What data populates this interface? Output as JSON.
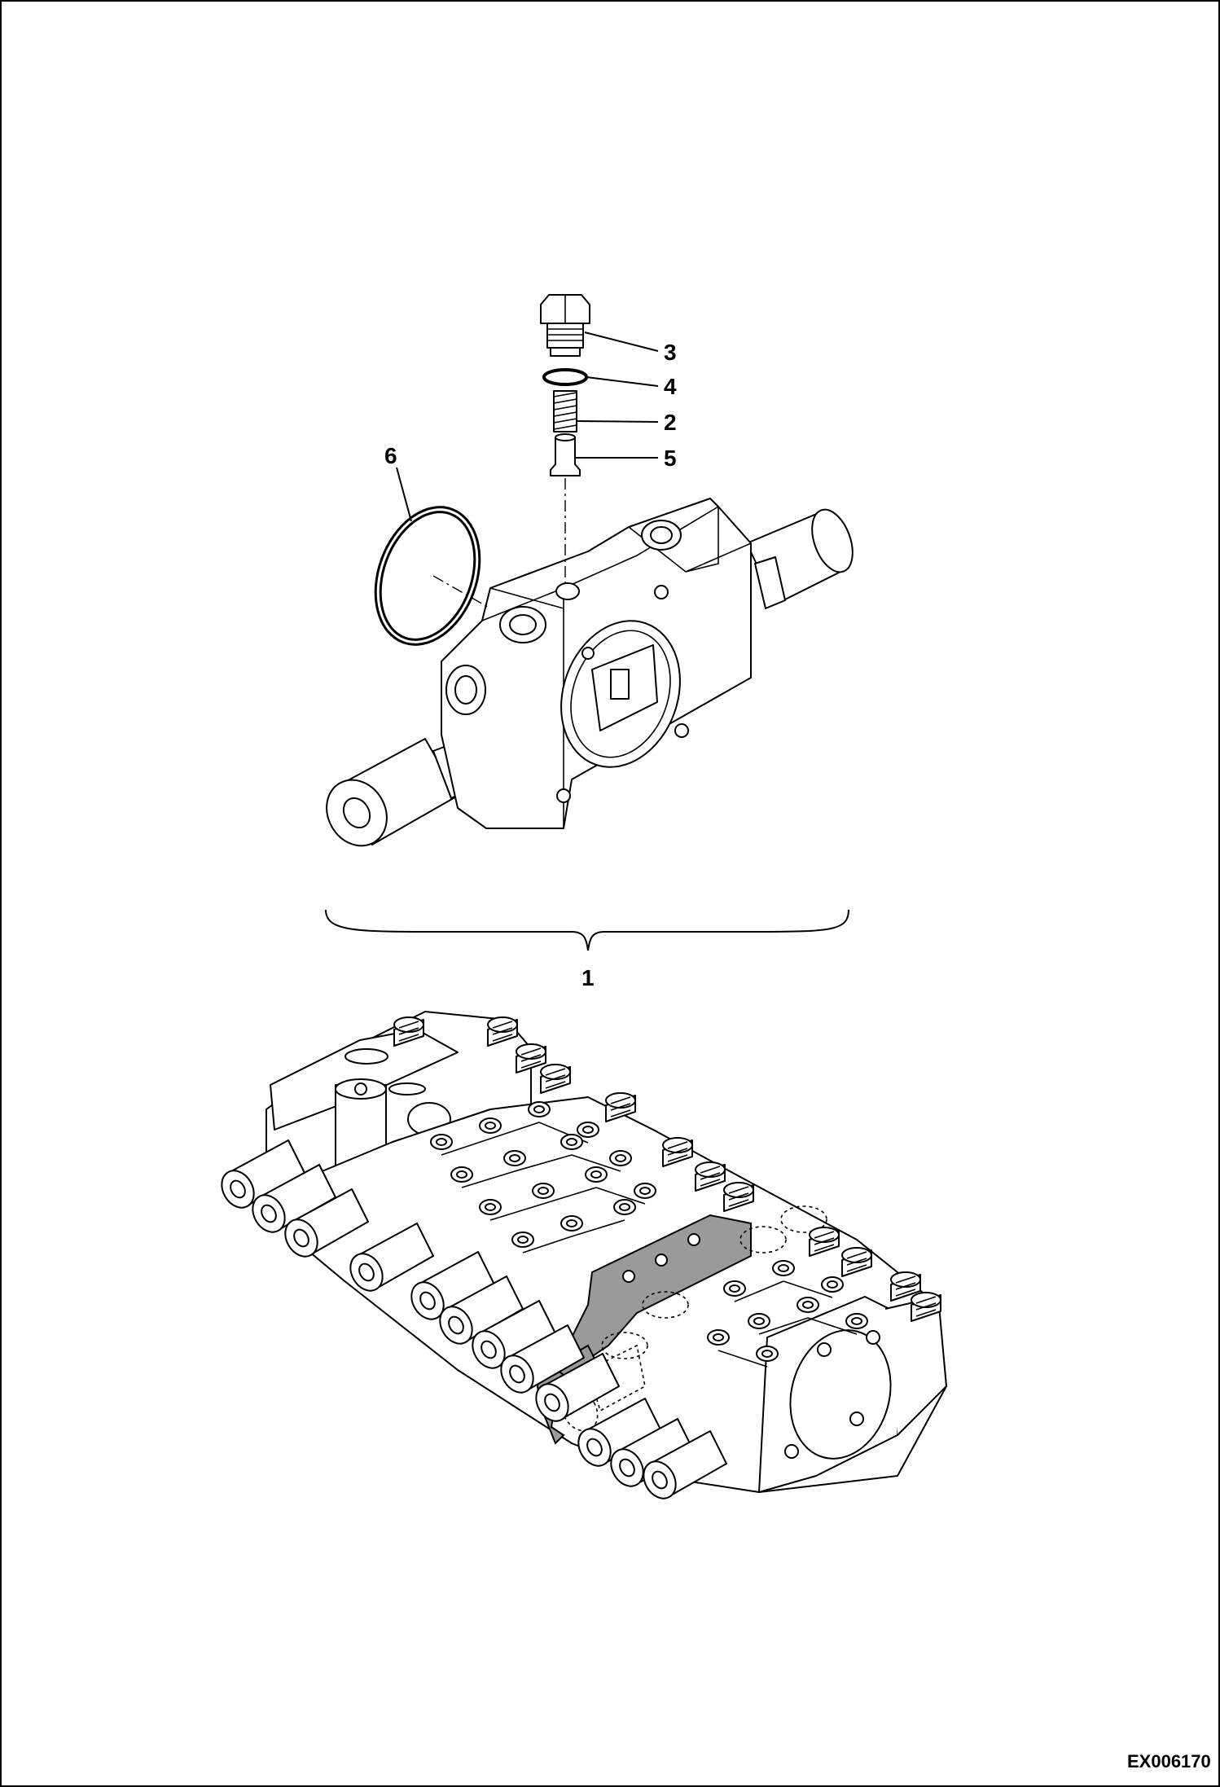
{
  "callouts": {
    "c1": "1",
    "c2": "2",
    "c3": "3",
    "c4": "4",
    "c5": "5",
    "c6": "6"
  },
  "figure_id": "EX006170",
  "icons": {
    "exploded_section": "valve-section-exploded-drawing",
    "control_valve": "control-valve-assembly-drawing"
  },
  "colors": {
    "line": "#000000",
    "background": "#ffffff",
    "highlighted_section": "#9a9a9a"
  }
}
